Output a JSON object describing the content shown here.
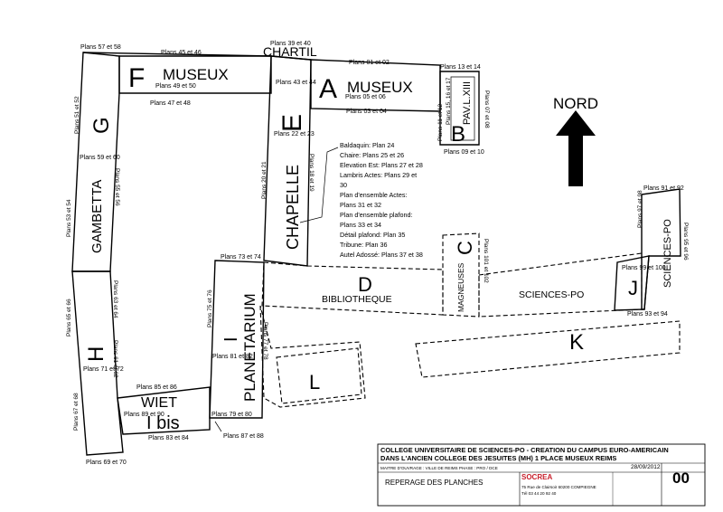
{
  "buildings": {
    "A": {
      "letter": "A",
      "name": "MUSEUX"
    },
    "B": {
      "letter": "B",
      "name": "PAV.L.XIII"
    },
    "C": {
      "letter": "C",
      "name": "MAGNEUSES"
    },
    "D": {
      "letter": "D",
      "name": "BIBLIOTHEQUE"
    },
    "E": {
      "letter": "E",
      "name": "CHAPELLE"
    },
    "F": {
      "letter": "F",
      "name": "MUSEUX"
    },
    "G": {
      "letter": "G",
      "name": "GAMBETTA"
    },
    "H": {
      "letter": "H"
    },
    "I": {
      "letter": "I",
      "name": "PLANETARIUM"
    },
    "Ibis": {
      "letter": "I bis",
      "name": "WIET"
    },
    "J": {
      "letter": "J",
      "name": "SCIENCES-PO"
    },
    "K": {
      "letter": "K"
    },
    "L": {
      "letter": "L"
    },
    "SP": {
      "name": "SCIENCES-PO"
    }
  },
  "streets": {
    "chartil": "CHARTIL"
  },
  "north": {
    "label": "NORD"
  },
  "plans": {
    "p57_58": "Plans 57 et 58",
    "p45_46": "Plans 45 et 46",
    "p39_40": "Plans 39 et 40",
    "p01_02": "Plans 01 et 02",
    "p13_14": "Plans 13 et 14",
    "p49_50": "Plans 49 et 50",
    "p43_44": "Plans 43 et 44",
    "p05_06": "Plans 05 et 06",
    "p07_08": "Plans 07 et 08",
    "p47_48": "Plans 47 et 48",
    "p03_04": "Plans 03 et 04",
    "p15_17": "Plans 15, 16 et 17",
    "p11_12": "Plans 11 et 12",
    "p09_10": "Plans 09 et 10",
    "p51_52": "Plans 51 et 52",
    "p59_60": "Plans 59 et 60",
    "p55_56": "Plans 55 et 56",
    "p22_23": "Plans 22 et 23",
    "p20_21": "Plans 20 et 21",
    "p18_19": "Plans 18 et 19",
    "p53_54": "Plans 53 et 54",
    "p73_74": "Plans 73 et 74",
    "p91_92": "Plans 91 et 92",
    "p97_98": "Plans 97 et 98",
    "p95_96": "Plans 95 et 96",
    "p101_102": "Plans 101 et 102",
    "p99_100": "Plans 99 et 100",
    "p93_94": "Plans 93 et 94",
    "p65_66": "Plans 65 et 66",
    "p63_64": "Plans 63 et 64",
    "p75_76": "Plans 75 et 76",
    "p77_78": "Plans 77 et 78",
    "p81_82": "Plans 81 et 82",
    "p71_72": "Plans 71 et 72",
    "p61_62": "Plans 61 et 62",
    "p67_68": "Plans 67 et 68",
    "p85_86": "Plans 85 et 86",
    "p89_90": "Plans 89 et 90",
    "p79_80": "Plans 79 et 80",
    "p83_84": "Plans 83 et 84",
    "p87_88": "Plans 87 et 88",
    "p69_70": "Plans 69 et 70"
  },
  "chapel_notes": [
    "Baldaquin: Plan 24",
    "Chaire: Plans 25 et 26",
    "Elevation Est: Plans 27 et 28",
    "Lambris Actes: Plans 29 et",
    "30",
    "Plan d'ensemble Actes:",
    "Plans 31 et 32",
    "Plan d'ensemble plafond:",
    "Plans 33 et 34",
    "Détail plafond: Plan 35",
    "Tribune: Plan 36",
    "Autel Adossé: Plans 37 et 38"
  ],
  "title_block": {
    "project_line1": "COLLEGE UNIVERSITAIRE DE SCIENCES-PO - CREATION DU CAMPUS EURO-AMERICAIN",
    "project_line2": "DANS L'ANCIEN COLLEGE DES JESUITES (MH) 1 PLACE MUSEUX  REIMS",
    "client": "MAITRE D'OUVRAGE : VILLE DE REIMS    PHASE : PRO / DCE",
    "date": "28/09/2012",
    "sheet_title": "REPERAGE DES PLANCHES",
    "company": "SOCREA",
    "company_address_1": "75 Rue de Clairsoir  60200 COMPIEGNE",
    "company_address_2": "Tél 03 44 20 92 40",
    "sheet_number": "00",
    "colors": {
      "logo_red": "#c8202c",
      "logo_gray": "#8a8a8a"
    }
  }
}
